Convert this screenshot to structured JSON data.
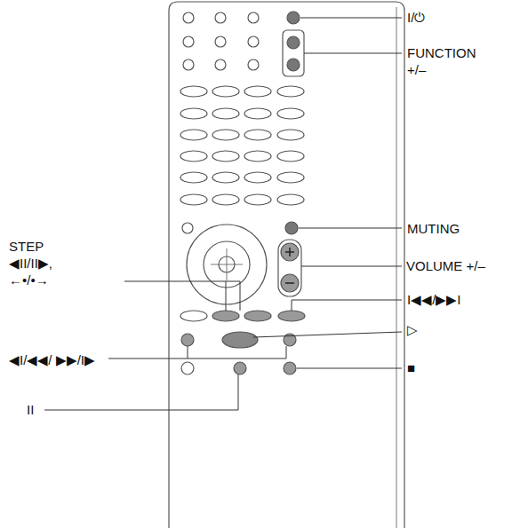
{
  "diagram": {
    "labels": [
      "I/⏻",
      "FUNCTION +/–",
      "MUTING",
      "VOLUME +/–",
      "STEP ◀II/II▶, ←•/•→",
      "I◀◀/▶▶I",
      "▷",
      "◀I/◀◀/ ▶▶/I▶",
      "■",
      "II"
    ]
  }
}
